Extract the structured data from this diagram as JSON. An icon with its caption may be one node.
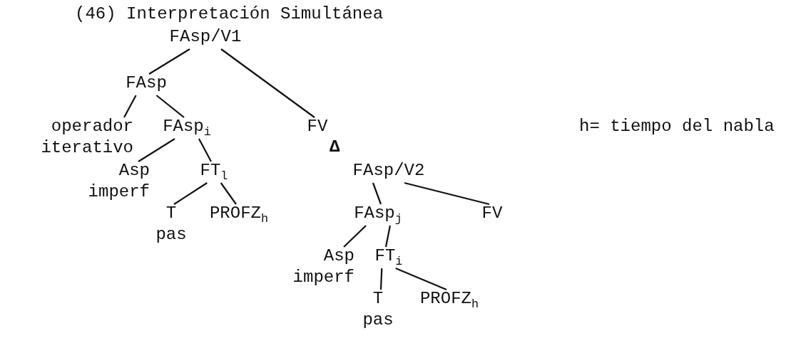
{
  "diagram": {
    "title": "(46) Interpretación Simultánea",
    "nodes": [
      {
        "text": [
          "FAsp/V1"
        ]
      },
      {
        "text": [
          "FAsp"
        ]
      },
      {
        "text": [
          "operador iterativo"
        ]
      },
      {
        "text": [
          "FAsp$_{i}$"
        ]
      },
      {
        "text": [
          "FV"
        ]
      },
      {
        "text": [
          "Asp imperf"
        ]
      },
      {
        "text": [
          "FT$_{l}$"
        ]
      },
      {
        "text": [
          "T pas"
        ]
      },
      {
        "text": [
          "PROFZ$_{h}$"
        ]
      },
      {
        "text": [
          "FAsp/V2"
        ]
      },
      {
        "text": [
          "FAsp$_{j}$"
        ]
      },
      {
        "text": [
          "FV"
        ]
      },
      {
        "text": [
          "Asp imperf"
        ]
      },
      {
        "text": [
          "FT$_{i}$"
        ]
      },
      {
        "text": [
          "T pas"
        ]
      },
      {
        "text": [
          "PROFZ$_{h}$"
        ]
      }
    ],
    "edges": [
      {
        "from": 0,
        "to": 1,
        "arrow": "none"
      },
      {
        "from": 0,
        "to": 4,
        "arrow": "none"
      },
      {
        "from": 1,
        "to": 2,
        "arrow": "none"
      },
      {
        "from": 1,
        "to": 3,
        "arrow": "none"
      },
      {
        "from": 3,
        "to": 5,
        "arrow": "none"
      },
      {
        "from": 3,
        "to": 6,
        "arrow": "none"
      },
      {
        "from": 6,
        "to": 7,
        "arrow": "none"
      },
      {
        "from": 6,
        "to": 8,
        "arrow": "none"
      },
      {
        "from": 9,
        "to": 10,
        "arrow": "none"
      },
      {
        "from": 9,
        "to": 11,
        "arrow": "none"
      },
      {
        "from": 10,
        "to": 12,
        "arrow": "none"
      },
      {
        "from": 10,
        "to": 13,
        "arrow": "none"
      },
      {
        "from": 13,
        "to": 14,
        "arrow": "none"
      },
      {
        "from": 13,
        "to": 15,
        "arrow": "none"
      }
    ],
    "labels": [
      "Δ",
      "h= tiempo del nabla"
    ]
  }
}
